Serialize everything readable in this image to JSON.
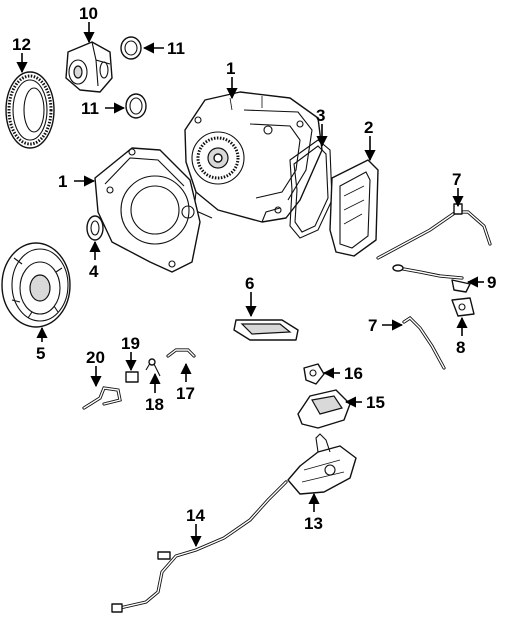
{
  "callouts": [
    {
      "id": "c1a",
      "label": "1"
    },
    {
      "id": "c1b",
      "label": "1"
    },
    {
      "id": "c2",
      "label": "2"
    },
    {
      "id": "c3",
      "label": "3"
    },
    {
      "id": "c4",
      "label": "4"
    },
    {
      "id": "c5",
      "label": "5"
    },
    {
      "id": "c6",
      "label": "6"
    },
    {
      "id": "c7a",
      "label": "7"
    },
    {
      "id": "c7b",
      "label": "7"
    },
    {
      "id": "c8",
      "label": "8"
    },
    {
      "id": "c9",
      "label": "9"
    },
    {
      "id": "c10",
      "label": "10"
    },
    {
      "id": "c11a",
      "label": "11"
    },
    {
      "id": "c11b",
      "label": "11"
    },
    {
      "id": "c12",
      "label": "12"
    },
    {
      "id": "c13",
      "label": "13"
    },
    {
      "id": "c14",
      "label": "14"
    },
    {
      "id": "c15",
      "label": "15"
    },
    {
      "id": "c16",
      "label": "16"
    },
    {
      "id": "c17",
      "label": "17"
    },
    {
      "id": "c18",
      "label": "18"
    },
    {
      "id": "c19",
      "label": "19"
    },
    {
      "id": "c20",
      "label": "20"
    }
  ],
  "colors": {
    "line": "#111111",
    "background": "#ffffff",
    "shade": "#d9d9d9"
  }
}
